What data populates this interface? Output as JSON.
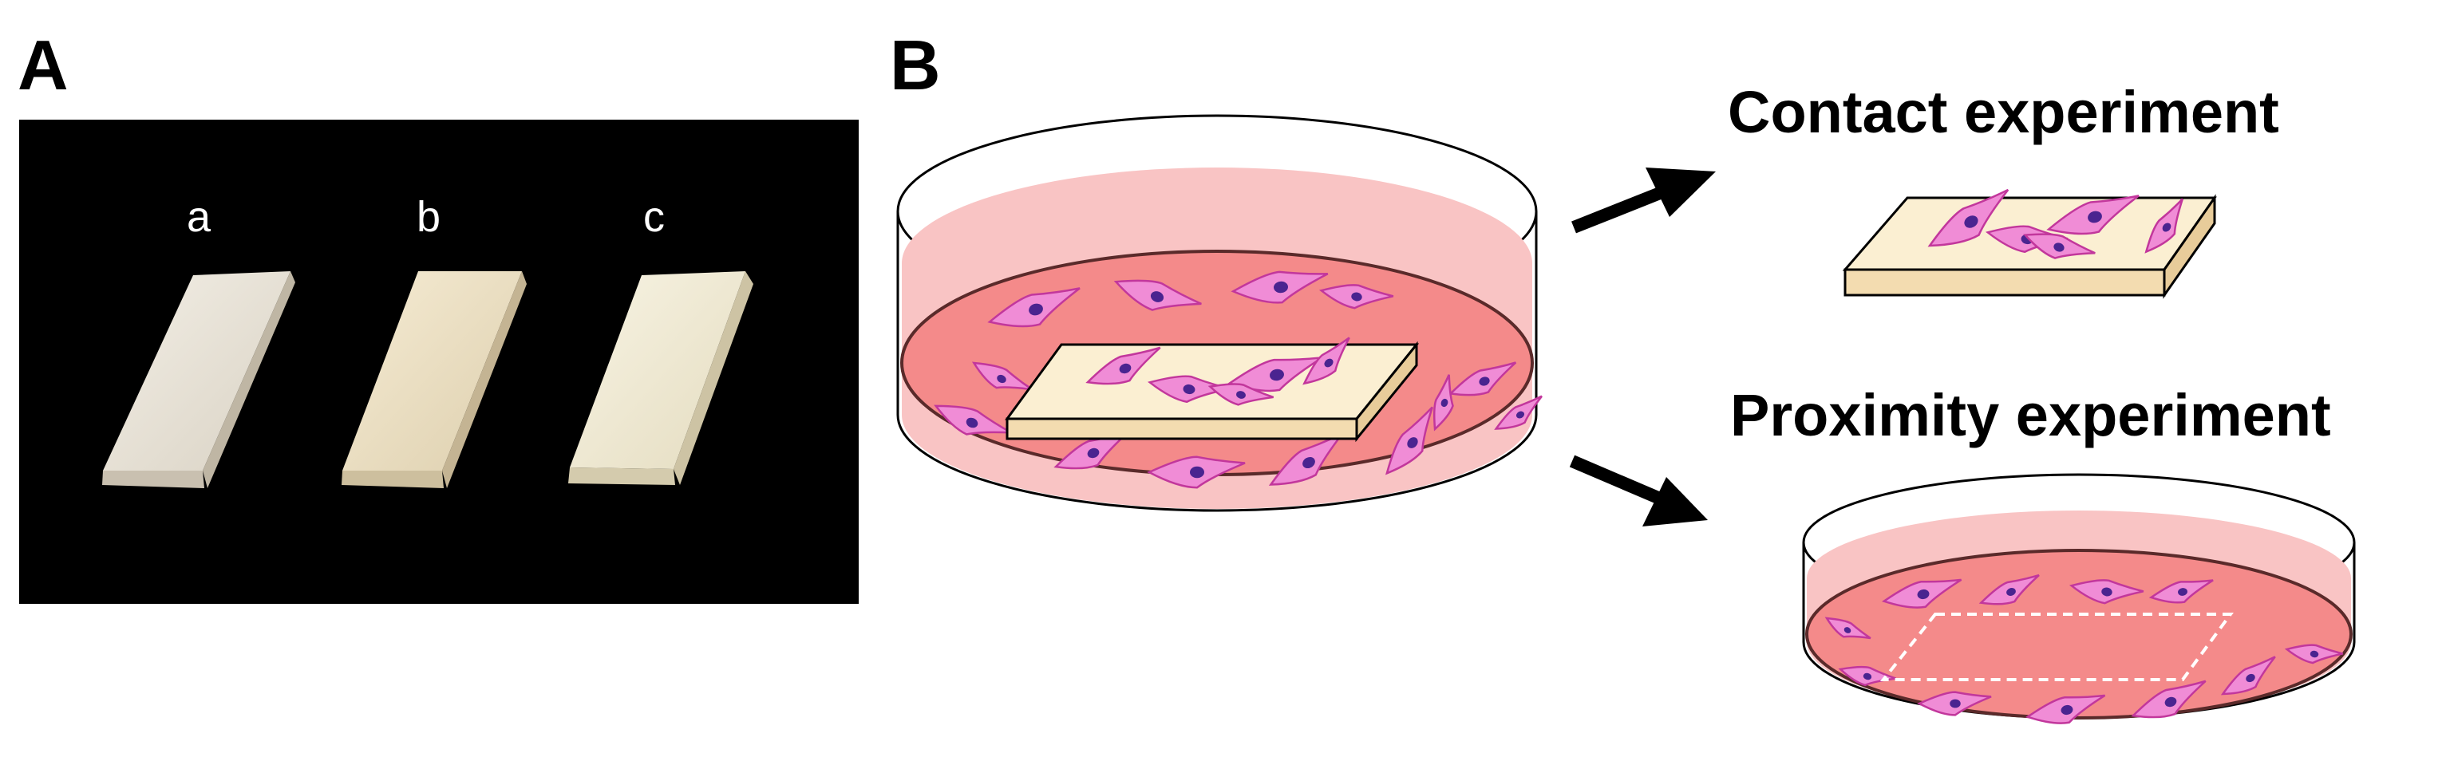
{
  "panels": {
    "a": {
      "letter": "A"
    },
    "b": {
      "letter": "B"
    }
  },
  "photo": {
    "samples": [
      {
        "label": "a",
        "color": "#e8e2d6"
      },
      {
        "label": "b",
        "color": "#f0e4c8"
      },
      {
        "label": "c",
        "color": "#f2edd8"
      }
    ]
  },
  "schematic": {
    "contact_heading": "Contact experiment",
    "proximity_heading": "Proximity experiment",
    "colors": {
      "medium": "#f48a8a",
      "medium_light": "#f9c4c4",
      "cell_fill": "#f08cd6",
      "cell_stroke": "#c2379c",
      "nucleus": "#4a2490",
      "specimen": "#fbefd2",
      "arrow": "#000000"
    }
  }
}
